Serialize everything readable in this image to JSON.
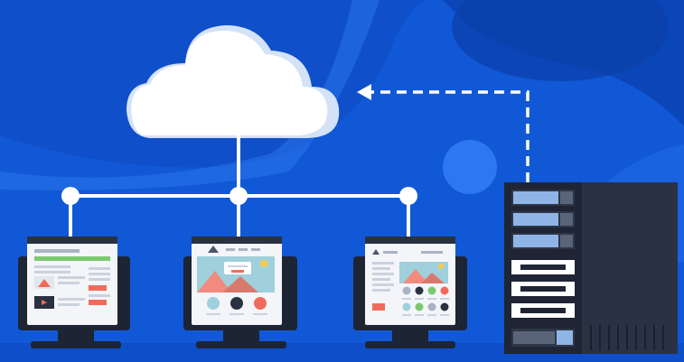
{
  "illustration": {
    "subject": "cloud-server-network",
    "colors": {
      "background": "#1158d6",
      "background_dark": "#0a46b8",
      "background_light": "#2f7cf0",
      "cloud": "#ffffff",
      "cloud_shade": "#d4e2f7",
      "connector": "#ffffff",
      "monitor_frame": "#1d2433",
      "server_body": "#1f2535",
      "server_drive": "#8fb5e6",
      "screen_bg": "#f3f5f9",
      "accent_green": "#7bc96f",
      "accent_red": "#f06b5b",
      "accent_teal": "#9fd0dc",
      "accent_yellow": "#f7c948"
    },
    "icons": [
      "cloud-icon",
      "network-node-icon",
      "monitor-icon",
      "server-rack-icon",
      "dashed-arrow-icon"
    ],
    "monitors": [
      "dashboard",
      "gallery",
      "store"
    ],
    "server_bays": 8
  }
}
